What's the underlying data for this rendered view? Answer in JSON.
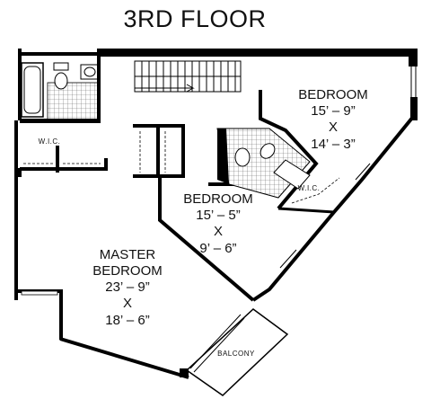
{
  "title": "3RD FLOOR",
  "rooms": {
    "bedroom_top_right": {
      "name": "BEDROOM",
      "dim_a": "15’ – 9”",
      "x": "X",
      "dim_b": "14’ – 3”"
    },
    "bedroom_middle": {
      "name": "BEDROOM",
      "dim_a": "15’ – 5”",
      "x": "X",
      "dim_b": "9’ – 6”"
    },
    "master_bedroom": {
      "name_line1": "MASTER",
      "name_line2": "BEDROOM",
      "dim_a": "23’ – 9”",
      "x": "X",
      "dim_b": "18’ – 6”"
    }
  },
  "labels": {
    "wic_left": "W.I.C.",
    "wic_right": "W.I.C.",
    "balcony": "BALCONY"
  },
  "colors": {
    "wall": "#000000",
    "tile": "#555555",
    "background": "#ffffff"
  }
}
